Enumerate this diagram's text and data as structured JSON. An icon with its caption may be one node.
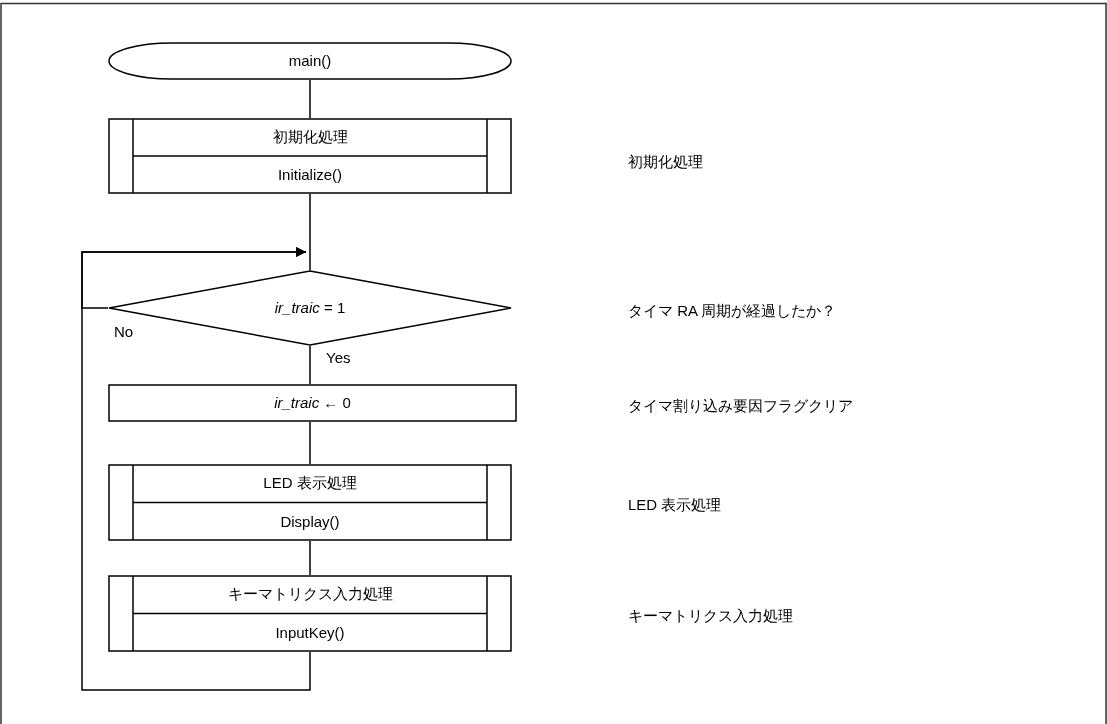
{
  "diagram": {
    "nodes": [
      {
        "text": [
          "main()"
        ]
      },
      {
        "text": [
          "初期化処理",
          "Initialize()"
        ]
      },
      {
        "text": [
          "*ir_traic* = 1"
        ]
      },
      {
        "text": [
          "*ir_traic* ← 0"
        ]
      },
      {
        "text": [
          "LED 表示処理",
          "Display()"
        ]
      },
      {
        "text": [
          "キーマトリクス入力処理",
          "InputKey()"
        ]
      }
    ],
    "edges": [
      {
        "from": 0,
        "to": 1,
        "arrow": "none"
      },
      {
        "from": 1,
        "to": 2,
        "arrow": "none"
      },
      {
        "from": 2,
        "to": 3,
        "arrow": "none",
        "label": "Yes"
      },
      {
        "from": 3,
        "to": 4,
        "arrow": "none"
      },
      {
        "from": 4,
        "to": 5,
        "arrow": "none"
      },
      {
        "from": 5,
        "to": 2,
        "arrow": "to"
      },
      {
        "from": 2,
        "to": 2,
        "arrow": "to",
        "label": "No"
      }
    ],
    "labels": [
      "初期化処理",
      "タイマ RA 周期が経過したか？",
      "タイマ割り込み要因フラグクリア",
      "LED 表示処理",
      "キーマトリクス入力処理"
    ]
  }
}
